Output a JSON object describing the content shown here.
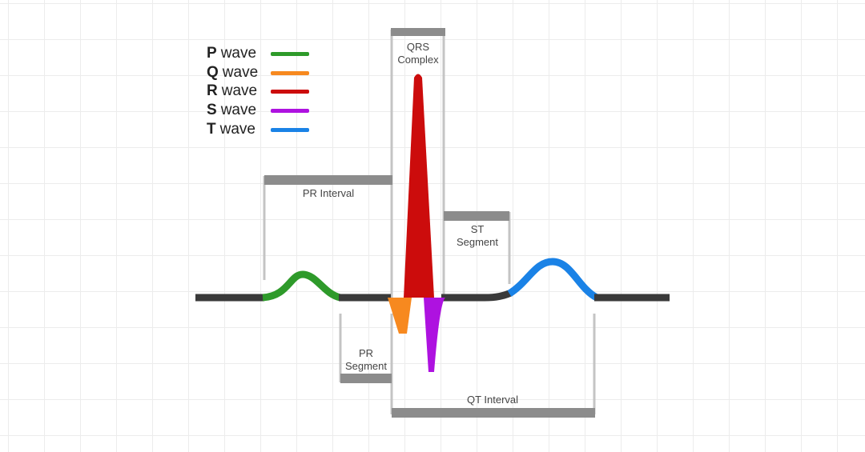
{
  "legend": [
    {
      "letter": "P",
      "word": "wave",
      "color": "#2e9a2a"
    },
    {
      "letter": "Q",
      "word": "wave",
      "color": "#f7891f"
    },
    {
      "letter": "R",
      "word": "wave",
      "color": "#cc0c0c"
    },
    {
      "letter": "S",
      "word": "wave",
      "color": "#ae12e0"
    },
    {
      "letter": "T",
      "word": "wave",
      "color": "#1a82e6"
    }
  ],
  "labels": {
    "qrs_complex": "QRS\nComplex",
    "pr_interval": "PR Interval",
    "st_segment": "ST\nSegment",
    "pr_segment": "PR\nSegment",
    "qt_interval": "QT Interval"
  },
  "colors": {
    "baseline": "#3a3a3a",
    "bracket_bar": "#8c8c8c",
    "bracket_line": "#c4c4c4"
  }
}
